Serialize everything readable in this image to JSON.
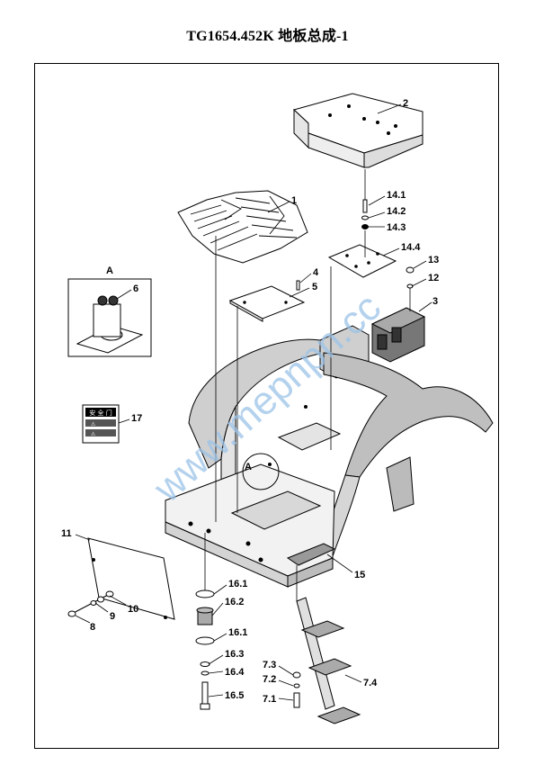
{
  "title": "TG1654.452K  地板总成-1",
  "watermark": "www.mepnpn.cc",
  "detail": {
    "heading": "A",
    "section_mark": "A"
  },
  "decal_17": {
    "line1": "安 全 门",
    "line2": "⚠",
    "line3": "⚠"
  },
  "callouts": [
    {
      "id": "c1",
      "text": "1"
    },
    {
      "id": "c2",
      "text": "2"
    },
    {
      "id": "c3",
      "text": "3"
    },
    {
      "id": "c4",
      "text": "4"
    },
    {
      "id": "c5",
      "text": "5"
    },
    {
      "id": "c6",
      "text": "6"
    },
    {
      "id": "c8",
      "text": "8"
    },
    {
      "id": "c9",
      "text": "9"
    },
    {
      "id": "c10",
      "text": "10"
    },
    {
      "id": "c11",
      "text": "11"
    },
    {
      "id": "c12",
      "text": "12"
    },
    {
      "id": "c13",
      "text": "13"
    },
    {
      "id": "c14_1",
      "text": "14.1"
    },
    {
      "id": "c14_2",
      "text": "14.2"
    },
    {
      "id": "c14_3",
      "text": "14.3"
    },
    {
      "id": "c14_4",
      "text": "14.4"
    },
    {
      "id": "c15",
      "text": "15"
    },
    {
      "id": "c16_1a",
      "text": "16.1"
    },
    {
      "id": "c16_2",
      "text": "16.2"
    },
    {
      "id": "c16_1b",
      "text": "16.1"
    },
    {
      "id": "c16_3",
      "text": "16.3"
    },
    {
      "id": "c16_4",
      "text": "16.4"
    },
    {
      "id": "c16_5",
      "text": "16.5"
    },
    {
      "id": "c17",
      "text": "17"
    },
    {
      "id": "c7_1",
      "text": "7.1"
    },
    {
      "id": "c7_2",
      "text": "7.2"
    },
    {
      "id": "c7_3",
      "text": "7.3"
    },
    {
      "id": "c7_4",
      "text": "7.4"
    }
  ]
}
